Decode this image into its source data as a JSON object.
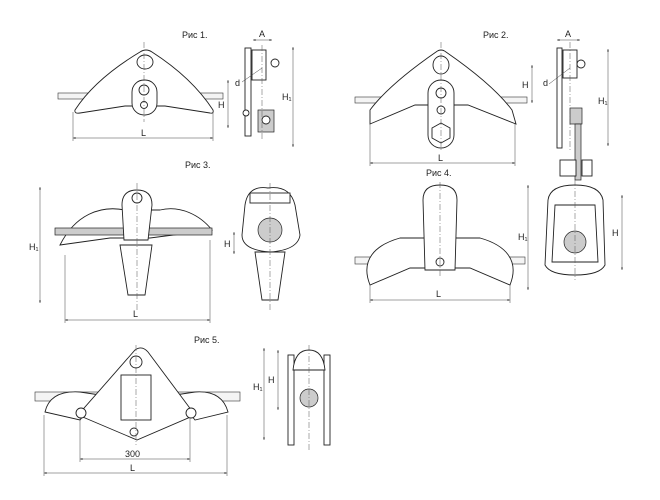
{
  "figures": [
    {
      "caption": "Рис 1.",
      "labels": {
        "width": "A",
        "height": "H",
        "height_total": "H₁",
        "diameter": "d",
        "length": "L"
      }
    },
    {
      "caption": "Рис 2.",
      "labels": {
        "width": "A",
        "height": "H",
        "height_total": "H₁",
        "diameter": "d",
        "length": "L"
      }
    },
    {
      "caption": "Рис 3.",
      "labels": {
        "height": "H",
        "height_total": "H₁",
        "length": "L"
      }
    },
    {
      "caption": "Рис 4.",
      "labels": {
        "height": "H",
        "height_total": "H₁",
        "length": "L"
      }
    },
    {
      "caption": "Рис 5.",
      "labels": {
        "height": "H",
        "height_total": "H₁",
        "length": "L",
        "spacing": "300"
      }
    }
  ]
}
